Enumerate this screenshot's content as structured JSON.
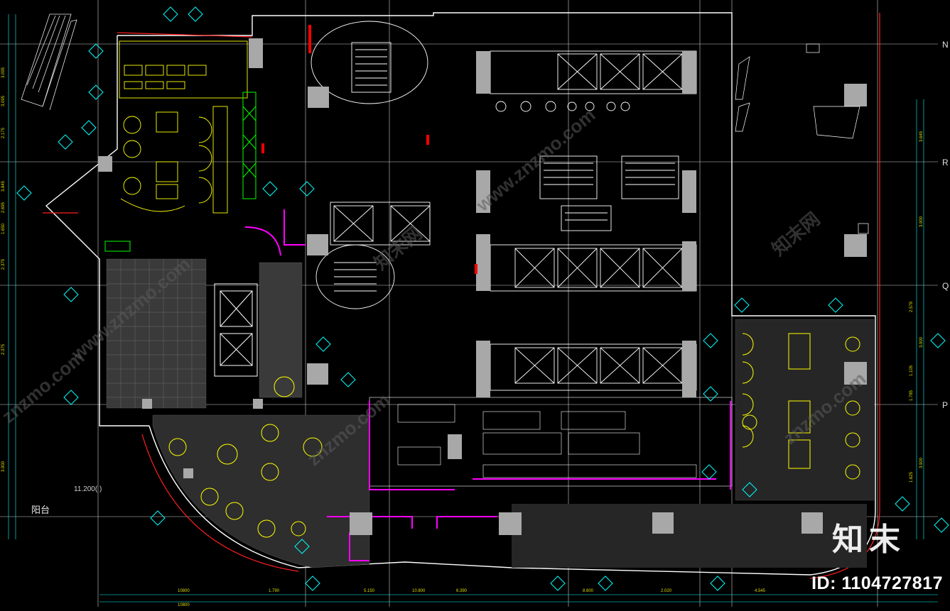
{
  "watermark": {
    "brand": "知末",
    "id_text": "ID: 1104727817",
    "faint": [
      "www.znzmo.com",
      "知末网",
      "znzmo.com"
    ]
  },
  "annotations": {
    "balcony": "阳台",
    "elevation": "11.200(      )"
  },
  "grid_axes": [
    "R",
    "Q",
    "P",
    "N"
  ],
  "bottom_dims": [
    "10800",
    "1.790",
    "5.150",
    "10.800",
    "6.390",
    "8.600",
    "2.020",
    "4.545",
    "10800"
  ],
  "left_dims": [
    "3.095",
    "3.095",
    "2.175",
    "3.845",
    "2.695",
    "1.650",
    "2.375",
    "2.375",
    "3.900"
  ],
  "right_dims": [
    "3.645",
    "3.900",
    "2.578",
    "3.900",
    "1.105",
    "1.785",
    "1.625",
    "3.900"
  ],
  "colors": {
    "background": "#000000",
    "walls": "#ffffff",
    "furniture": "#ffff00",
    "grid": "#ffffff",
    "dimension": "#00ffff",
    "highlight": "#ff00ff",
    "red_line": "#ff0000",
    "green": "#00ff00",
    "gray_column": "#a0a0a0"
  }
}
